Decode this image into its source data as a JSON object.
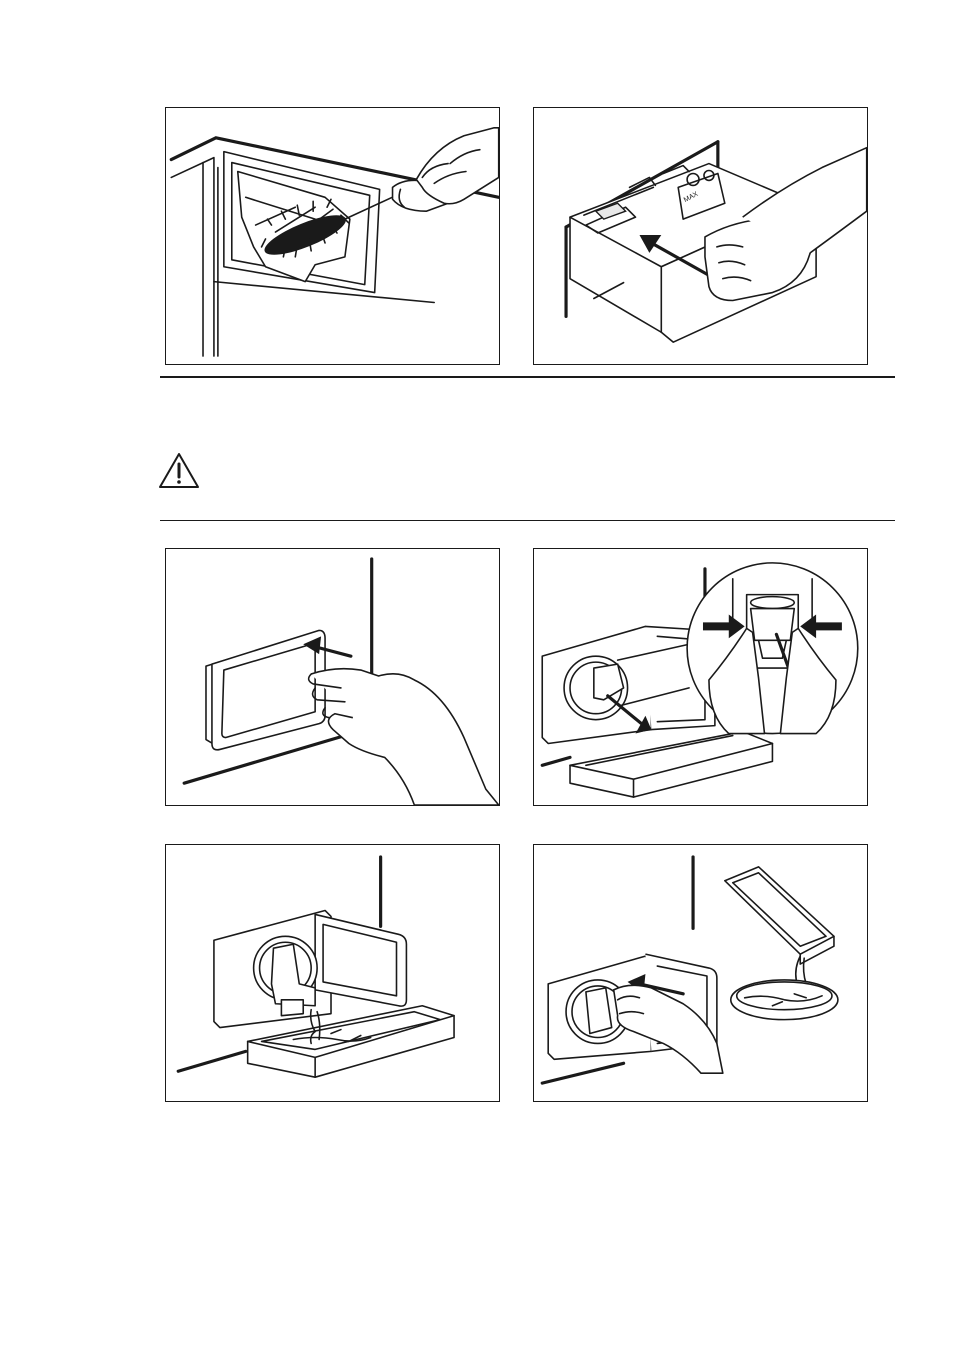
{
  "figures": [
    {
      "id": "fig1",
      "icon": "brush-icon"
    },
    {
      "id": "fig2",
      "icon": "dispenser-drawer-icon"
    },
    {
      "id": "fig3",
      "icon": "filter-flap-icon"
    },
    {
      "id": "fig4",
      "icon": "filter-remove-icon"
    },
    {
      "id": "fig5",
      "icon": "water-drain-icon"
    },
    {
      "id": "fig6",
      "icon": "filter-refit-icon"
    }
  ],
  "warning": {
    "icon": "warning-triangle-icon"
  },
  "drawer_labels": {
    "max": "MAX"
  }
}
